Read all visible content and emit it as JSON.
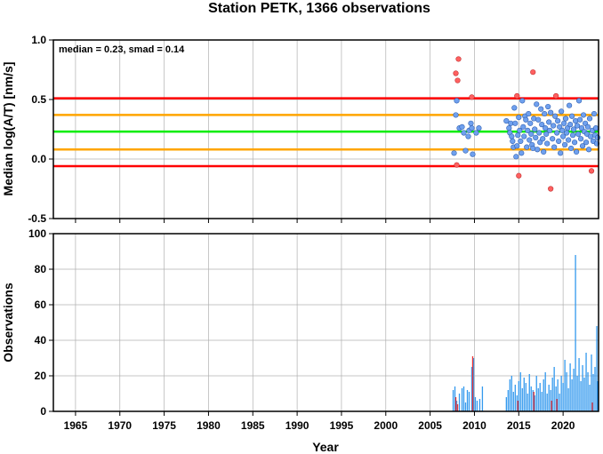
{
  "title": "Station PETK, 1366 observations",
  "colors": {
    "limit_outer": "#ff0000",
    "limit_inner": "#ffa500",
    "median_line": "#00ee00",
    "point_normal": "#6fa0ee",
    "point_outlier": "#ff6060",
    "bar_normal": "#3399ee",
    "bar_outlier": "#ee3333",
    "grid": "#b0b0b0"
  },
  "chart_data": [
    {
      "type": "scatter",
      "annotation": "median = 0.23, smad = 0.14",
      "ylabel": "Median log(A/T) [nm/s]",
      "xlim": [
        1962.5,
        2024.0
      ],
      "ylim": [
        -0.5,
        1.0
      ],
      "yticks": [
        "-0.5",
        "0.0",
        "0.5",
        "1.0"
      ],
      "yticks_values": [
        -0.5,
        0.0,
        0.5,
        1.0
      ],
      "grid": true,
      "reference_lines": [
        {
          "y": 0.51,
          "color": "limit_outer"
        },
        {
          "y": 0.37,
          "color": "limit_inner"
        },
        {
          "y": 0.23,
          "color": "median_line"
        },
        {
          "y": 0.08,
          "color": "limit_inner"
        },
        {
          "y": -0.06,
          "color": "limit_outer"
        }
      ],
      "outliers": [
        [
          2007.9,
          0.72
        ],
        [
          2008.2,
          0.84
        ],
        [
          2008.1,
          0.66
        ],
        [
          2008.0,
          -0.05
        ],
        [
          2009.7,
          0.52
        ],
        [
          2014.8,
          0.53
        ],
        [
          2015.0,
          -0.14
        ],
        [
          2016.6,
          0.73
        ],
        [
          2018.6,
          -0.25
        ],
        [
          2019.2,
          0.53
        ],
        [
          2023.2,
          -0.1
        ]
      ],
      "points": [
        [
          2007.7,
          0.05
        ],
        [
          2007.9,
          0.37
        ],
        [
          2008.0,
          0.49
        ],
        [
          2008.3,
          0.26
        ],
        [
          2008.6,
          0.27
        ],
        [
          2008.8,
          0.22
        ],
        [
          2009.0,
          0.07
        ],
        [
          2009.3,
          0.19
        ],
        [
          2009.4,
          0.24
        ],
        [
          2009.6,
          0.3
        ],
        [
          2009.7,
          0.26
        ],
        [
          2009.8,
          0.04
        ],
        [
          2010.2,
          0.22
        ],
        [
          2010.5,
          0.26
        ],
        [
          2013.6,
          0.32
        ],
        [
          2013.9,
          0.26
        ],
        [
          2014.0,
          0.22
        ],
        [
          2014.1,
          0.3
        ],
        [
          2014.2,
          0.19
        ],
        [
          2014.3,
          0.15
        ],
        [
          2014.4,
          0.1
        ],
        [
          2014.5,
          0.43
        ],
        [
          2014.6,
          0.3
        ],
        [
          2014.7,
          0.02
        ],
        [
          2014.8,
          0.11
        ],
        [
          2014.9,
          0.2
        ],
        [
          2015.0,
          0.35
        ],
        [
          2015.1,
          0.24
        ],
        [
          2015.2,
          0.15
        ],
        [
          2015.3,
          0.05
        ],
        [
          2015.4,
          0.49
        ],
        [
          2015.5,
          0.27
        ],
        [
          2015.6,
          0.19
        ],
        [
          2015.7,
          0.36
        ],
        [
          2015.8,
          0.33
        ],
        [
          2015.9,
          0.1
        ],
        [
          2016.0,
          0.24
        ],
        [
          2016.1,
          0.38
        ],
        [
          2016.2,
          0.16
        ],
        [
          2016.3,
          0.3
        ],
        [
          2016.4,
          0.21
        ],
        [
          2016.5,
          0.12
        ],
        [
          2016.6,
          0.09
        ],
        [
          2016.7,
          0.34
        ],
        [
          2016.8,
          0.25
        ],
        [
          2016.9,
          0.18
        ],
        [
          2017.0,
          0.46
        ],
        [
          2017.1,
          0.08
        ],
        [
          2017.2,
          0.33
        ],
        [
          2017.3,
          0.22
        ],
        [
          2017.4,
          0.14
        ],
        [
          2017.5,
          0.42
        ],
        [
          2017.6,
          0.29
        ],
        [
          2017.7,
          0.17
        ],
        [
          2017.8,
          0.06
        ],
        [
          2017.9,
          0.38
        ],
        [
          2018.0,
          0.26
        ],
        [
          2018.1,
          0.21
        ],
        [
          2018.2,
          0.13
        ],
        [
          2018.3,
          0.44
        ],
        [
          2018.4,
          0.31
        ],
        [
          2018.5,
          0.24
        ],
        [
          2018.6,
          0.39
        ],
        [
          2018.8,
          0.17
        ],
        [
          2018.9,
          0.28
        ],
        [
          2019.0,
          0.1
        ],
        [
          2019.1,
          0.36
        ],
        [
          2019.3,
          0.22
        ],
        [
          2019.4,
          0.32
        ],
        [
          2019.5,
          0.15
        ],
        [
          2019.6,
          0.27
        ],
        [
          2019.7,
          0.05
        ],
        [
          2019.8,
          0.4
        ],
        [
          2019.9,
          0.24
        ],
        [
          2020.0,
          0.19
        ],
        [
          2020.1,
          0.3
        ],
        [
          2020.2,
          0.12
        ],
        [
          2020.3,
          0.34
        ],
        [
          2020.4,
          0.22
        ],
        [
          2020.5,
          0.26
        ],
        [
          2020.6,
          0.16
        ],
        [
          2020.7,
          0.45
        ],
        [
          2020.8,
          0.29
        ],
        [
          2020.9,
          0.09
        ],
        [
          2021.0,
          0.36
        ],
        [
          2021.1,
          0.2
        ],
        [
          2021.2,
          0.25
        ],
        [
          2021.3,
          0.14
        ],
        [
          2021.4,
          0.32
        ],
        [
          2021.5,
          0.06
        ],
        [
          2021.6,
          0.28
        ],
        [
          2021.7,
          0.21
        ],
        [
          2021.8,
          0.49
        ],
        [
          2021.9,
          0.33
        ],
        [
          2022.0,
          0.17
        ],
        [
          2022.1,
          0.26
        ],
        [
          2022.2,
          0.11
        ],
        [
          2022.3,
          0.37
        ],
        [
          2022.4,
          0.23
        ],
        [
          2022.5,
          0.3
        ],
        [
          2022.6,
          0.14
        ],
        [
          2022.7,
          0.21
        ],
        [
          2022.8,
          0.27
        ],
        [
          2022.9,
          0.08
        ],
        [
          2023.0,
          0.34
        ],
        [
          2023.1,
          0.19
        ],
        [
          2023.3,
          0.24
        ],
        [
          2023.4,
          0.15
        ],
        [
          2023.5,
          0.38
        ],
        [
          2023.6,
          0.2
        ],
        [
          2023.7,
          0.26
        ],
        [
          2023.8,
          0.13
        ],
        [
          2023.9,
          0.18
        ]
      ]
    },
    {
      "type": "bar",
      "xlabel": "Year",
      "ylabel": "Observations",
      "xlim": [
        1962.5,
        2024.0
      ],
      "ylim": [
        0,
        100
      ],
      "xticks": [
        "1965",
        "1970",
        "1975",
        "1980",
        "1985",
        "1990",
        "1995",
        "2000",
        "2005",
        "2010",
        "2015",
        "2020"
      ],
      "xticks_values": [
        1965,
        1970,
        1975,
        1980,
        1985,
        1990,
        1995,
        2000,
        2005,
        2010,
        2015,
        2020
      ],
      "yticks": [
        "0",
        "20",
        "40",
        "60",
        "80",
        "100"
      ],
      "yticks_values": [
        0,
        20,
        40,
        60,
        80,
        100
      ],
      "grid": true,
      "bars": [
        [
          2007.6,
          12
        ],
        [
          2007.8,
          14
        ],
        [
          2008.0,
          6
        ],
        [
          2008.3,
          10
        ],
        [
          2008.6,
          13
        ],
        [
          2008.8,
          14
        ],
        [
          2009.0,
          5
        ],
        [
          2009.2,
          12
        ],
        [
          2009.4,
          11
        ],
        [
          2009.7,
          25
        ],
        [
          2009.9,
          30
        ],
        [
          2010.1,
          8
        ],
        [
          2010.3,
          6
        ],
        [
          2010.6,
          7
        ],
        [
          2010.9,
          14
        ],
        [
          2013.6,
          8
        ],
        [
          2013.8,
          12
        ],
        [
          2014.0,
          18
        ],
        [
          2014.2,
          20
        ],
        [
          2014.4,
          11
        ],
        [
          2014.6,
          15
        ],
        [
          2014.8,
          9
        ],
        [
          2015.0,
          17
        ],
        [
          2015.2,
          22
        ],
        [
          2015.4,
          13
        ],
        [
          2015.6,
          19
        ],
        [
          2015.8,
          16
        ],
        [
          2016.0,
          10
        ],
        [
          2016.2,
          21
        ],
        [
          2016.4,
          14
        ],
        [
          2016.6,
          12
        ],
        [
          2016.8,
          9
        ],
        [
          2017.0,
          20
        ],
        [
          2017.2,
          13
        ],
        [
          2017.4,
          16
        ],
        [
          2017.6,
          11
        ],
        [
          2017.8,
          18
        ],
        [
          2018.0,
          22
        ],
        [
          2018.2,
          10
        ],
        [
          2018.4,
          15
        ],
        [
          2018.6,
          12
        ],
        [
          2018.8,
          19
        ],
        [
          2019.0,
          25
        ],
        [
          2019.2,
          14
        ],
        [
          2019.4,
          18
        ],
        [
          2019.6,
          10
        ],
        [
          2019.8,
          20
        ],
        [
          2020.0,
          16
        ],
        [
          2020.2,
          29
        ],
        [
          2020.4,
          22
        ],
        [
          2020.6,
          13
        ],
        [
          2020.8,
          27
        ],
        [
          2021.0,
          18
        ],
        [
          2021.2,
          24
        ],
        [
          2021.4,
          88
        ],
        [
          2021.6,
          20
        ],
        [
          2021.8,
          30
        ],
        [
          2022.0,
          17
        ],
        [
          2022.2,
          26
        ],
        [
          2022.4,
          19
        ],
        [
          2022.6,
          33
        ],
        [
          2022.8,
          22
        ],
        [
          2023.0,
          15
        ],
        [
          2023.2,
          32
        ],
        [
          2023.4,
          21
        ],
        [
          2023.6,
          25
        ],
        [
          2023.8,
          48
        ],
        [
          2023.9,
          17
        ]
      ],
      "outlier_bars": [
        [
          2007.9,
          8
        ],
        [
          2008.1,
          4
        ],
        [
          2009.8,
          31
        ],
        [
          2014.9,
          6
        ],
        [
          2016.7,
          11
        ],
        [
          2018.7,
          6
        ],
        [
          2019.3,
          7
        ],
        [
          2023.3,
          5
        ]
      ]
    }
  ]
}
